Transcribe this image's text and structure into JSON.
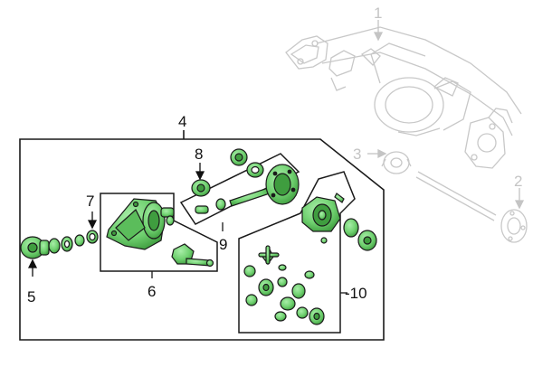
{
  "colors": {
    "part_fill": "#6fd06f",
    "part_shade": "#3f9d3f",
    "part_outline": "#1a1a1a",
    "callout_dark": "#111111",
    "callout_light": "#c4c4c4",
    "background": "#ffffff"
  },
  "callouts": {
    "c1": "1",
    "c2": "2",
    "c3": "3",
    "c4": "4",
    "c5": "5",
    "c6": "6",
    "c7": "7",
    "c8": "8",
    "c9": "9",
    "c10": "-10"
  }
}
